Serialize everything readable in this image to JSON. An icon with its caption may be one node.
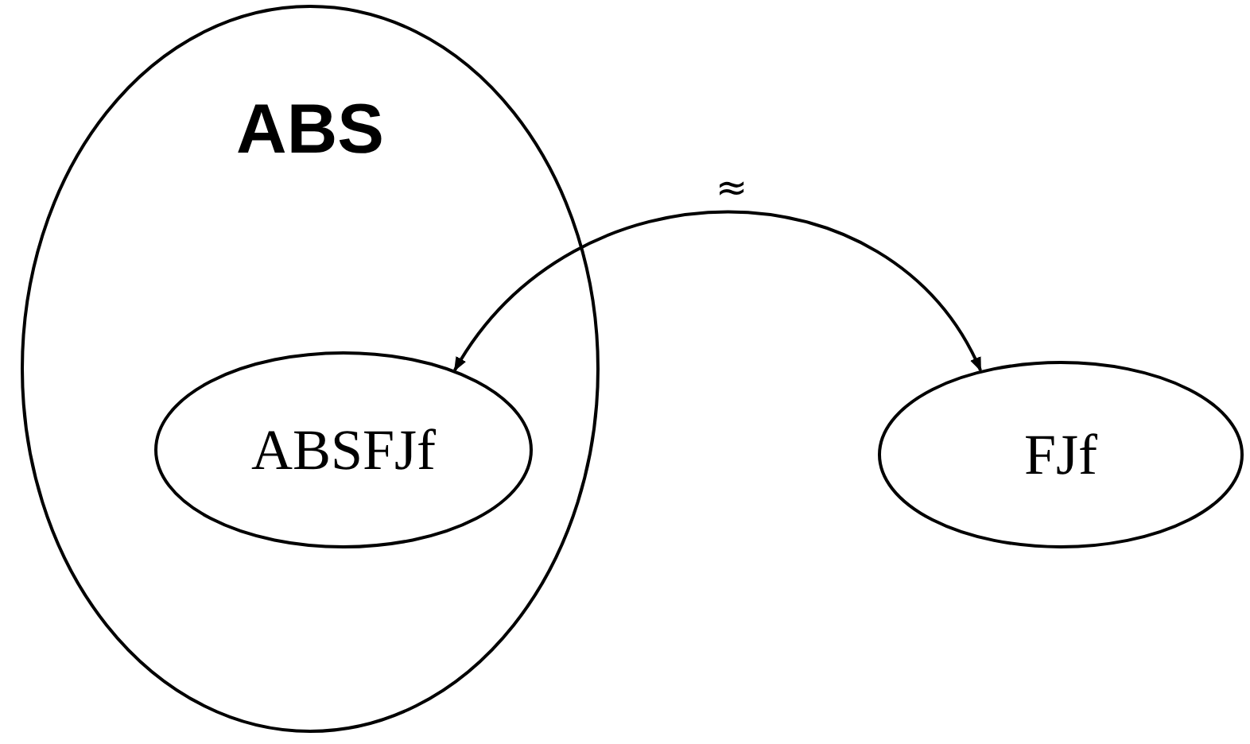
{
  "diagram": {
    "nodes": [
      {
        "text": [
          "ABS"
        ]
      },
      {
        "text": [
          "ABSFJf"
        ],
        "in": 0
      },
      {
        "text": [
          "FJf"
        ]
      }
    ],
    "edges": [
      {
        "from": 1,
        "to": 2,
        "arrow": "both",
        "label": "≈"
      }
    ]
  }
}
